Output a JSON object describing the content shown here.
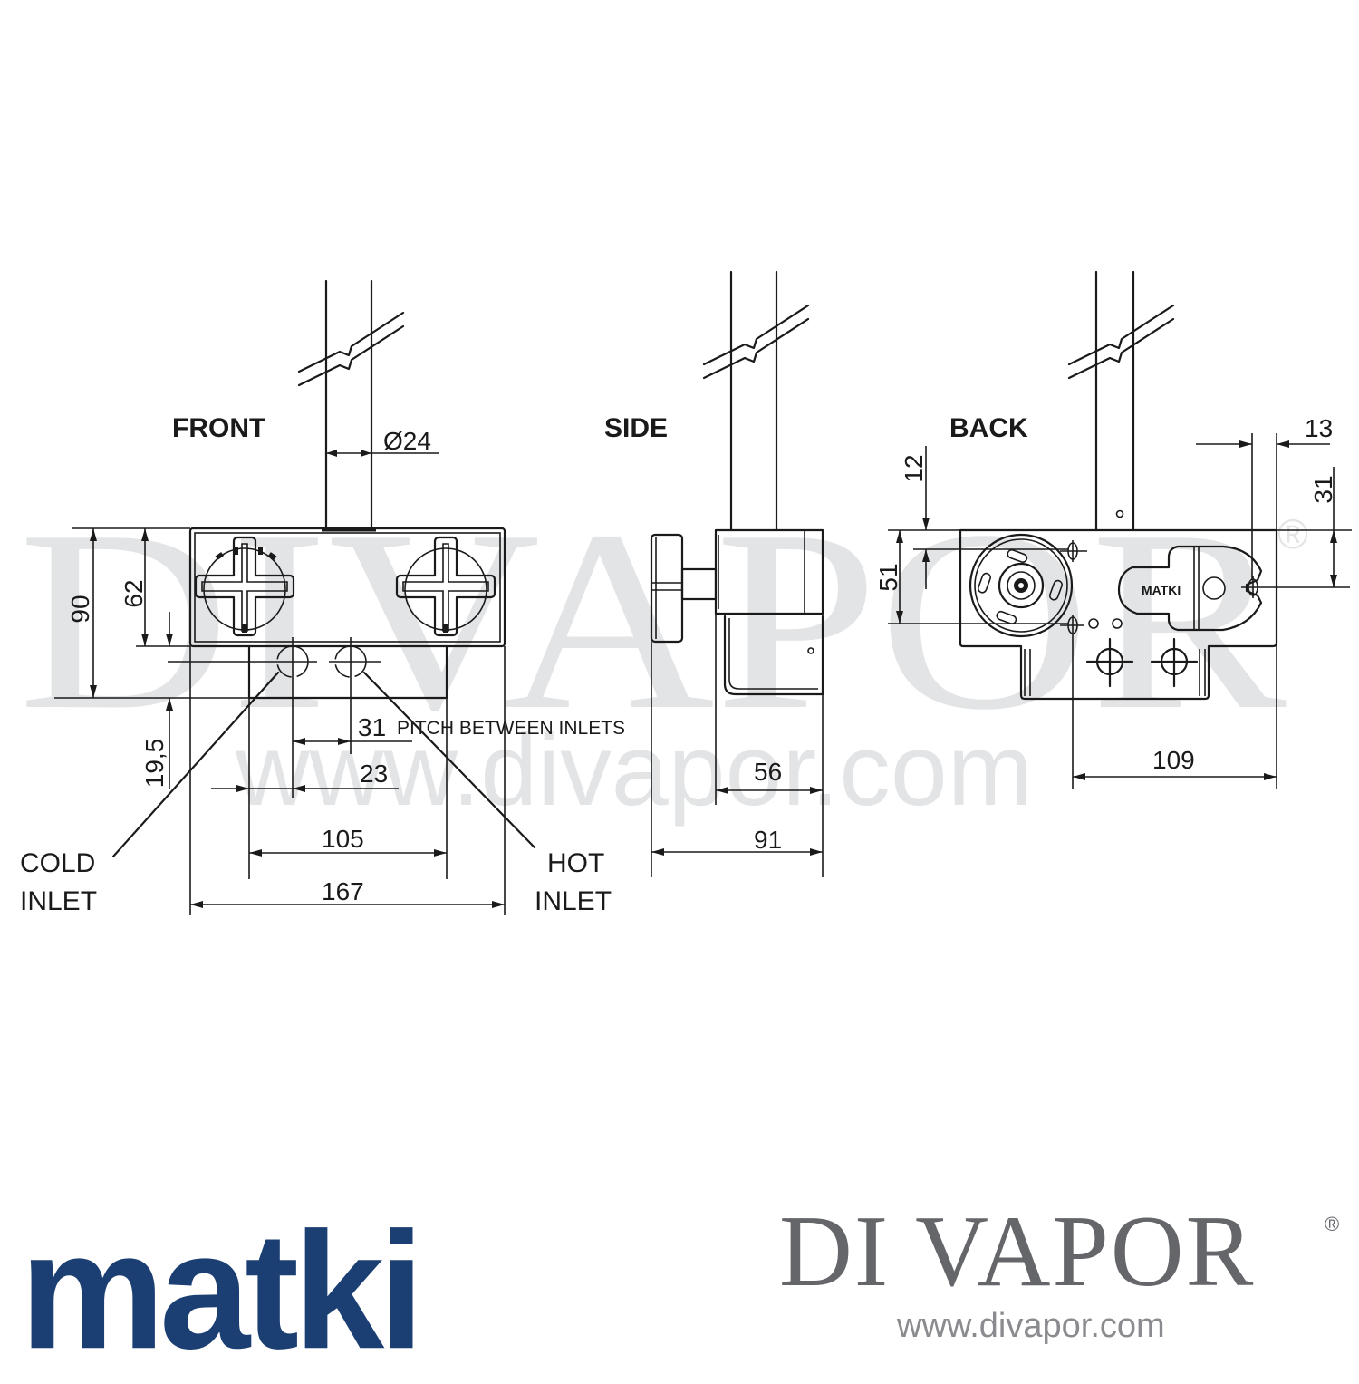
{
  "watermark": {
    "big_text": "DIVAPOR",
    "reg_mark": "®",
    "url_text": "www.divapor.com"
  },
  "views": {
    "front": {
      "title": "FRONT",
      "dims": {
        "pipe_diameter": "Ø24",
        "height_total": "90",
        "height_body": "62",
        "inlet_offset": "19,5",
        "pitch": "31",
        "pitch_note": "PITCH BETWEEN INLETS",
        "inlet_from_edge": "23",
        "lower_width": "105",
        "total_width": "167"
      },
      "callouts": {
        "cold": [
          "COLD",
          "INLET"
        ],
        "hot": [
          "HOT",
          "INLET"
        ]
      }
    },
    "side": {
      "title": "SIDE",
      "dims": {
        "body_depth": "56",
        "total_depth": "91"
      }
    },
    "back": {
      "title": "BACK",
      "plate_text": "MATKI",
      "dims": {
        "top_hole_offset": "12",
        "hole_spacing_vertical": "51",
        "side_offset": "13",
        "right_hole_offset": "31",
        "hole_spacing_horizontal": "109"
      }
    }
  },
  "brands": {
    "manufacturer": "matki",
    "retailer": "DI VAPOR",
    "retailer_reg": "®",
    "retailer_url": "www.divapor.com"
  },
  "colors": {
    "matki_blue": "#1b3f73",
    "divapor_grey": "#65666a",
    "watermark_grey": "#e3e4e6",
    "line": "#1a1a1a"
  }
}
